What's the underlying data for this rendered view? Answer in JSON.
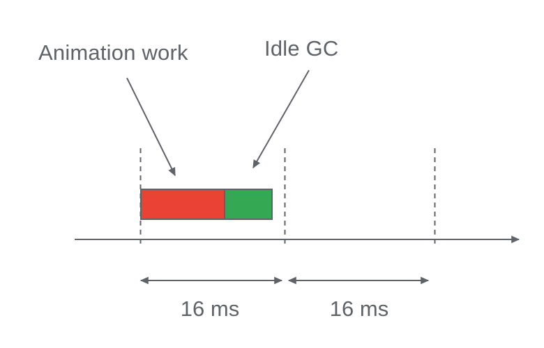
{
  "diagram": {
    "type": "frame-timeline",
    "labels": {
      "animation_work": "Animation work",
      "idle_gc": "Idle GC"
    },
    "frames": [
      {
        "duration": "16 ms",
        "segments": [
          {
            "name": "Animation work",
            "color": "#EA4335"
          },
          {
            "name": "Idle GC",
            "color": "#34A853"
          }
        ]
      },
      {
        "duration": "16 ms",
        "segments": []
      }
    ],
    "colors": {
      "stroke": "#5F6368",
      "text": "#5F6368"
    }
  }
}
